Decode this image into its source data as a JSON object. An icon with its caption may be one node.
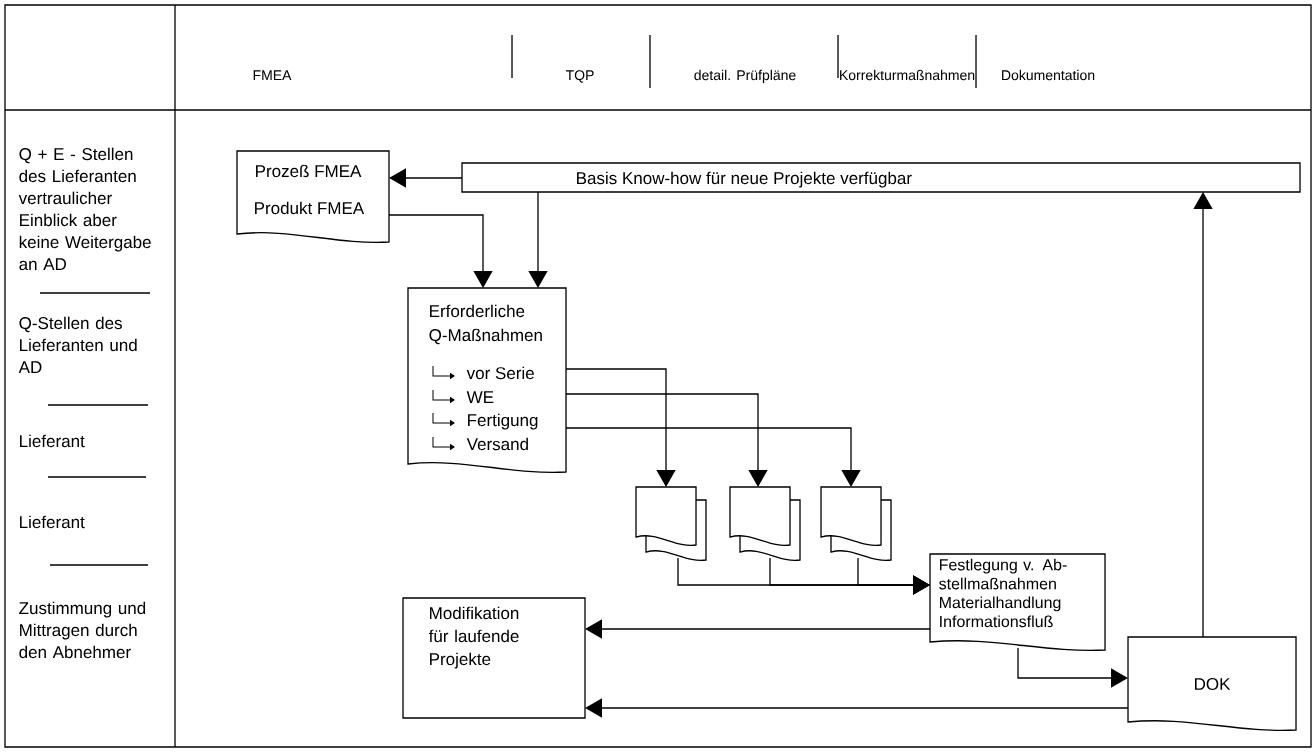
{
  "diagram": {
    "nodes": [
      {
        "text": [
          "Prozeß FMEA",
          "Produkt FMEA"
        ]
      },
      {
        "text": [
          "Basis Know-how für neue Projekte verfügbar"
        ]
      },
      {
        "text": [
          "Erforderliche Q-Maßnahmen",
          "vor Serie",
          "WE",
          "Fertigung",
          "Versand"
        ]
      },
      {
        "text": [],
        "shape": "documents"
      },
      {
        "text": [],
        "shape": "documents"
      },
      {
        "text": [],
        "shape": "documents"
      },
      {
        "text": [
          "Festlegung v. Ab- stellmaßnahmen",
          "Materialhandlung",
          "Informationsfluß"
        ]
      },
      {
        "text": [
          "Modifikation für laufende Projekte"
        ]
      },
      {
        "text": [
          "DOK"
        ]
      }
    ],
    "edges": [
      {
        "from": 1,
        "to": 0,
        "arrow": "to"
      },
      {
        "from": 0,
        "to": 2,
        "arrow": "to"
      },
      {
        "from": 1,
        "to": 2,
        "arrow": "to"
      },
      {
        "from": 2,
        "to": 3,
        "arrow": "to"
      },
      {
        "from": 2,
        "to": 4,
        "arrow": "to"
      },
      {
        "from": 2,
        "to": 5,
        "arrow": "to"
      },
      {
        "from": 3,
        "to": 6,
        "arrow": "to"
      },
      {
        "from": 4,
        "to": 6,
        "arrow": "to"
      },
      {
        "from": 5,
        "to": 6,
        "arrow": "to"
      },
      {
        "from": 6,
        "to": 7,
        "arrow": "to"
      },
      {
        "from": 6,
        "to": 8,
        "arrow": "to"
      },
      {
        "from": 8,
        "to": 7,
        "arrow": "to"
      },
      {
        "from": 8,
        "to": 1,
        "arrow": "to"
      }
    ],
    "labels": [
      "FMEA",
      "TQP",
      "detail. Prüfpläne",
      "Korrekturmaßnahmen",
      "Dokumentation",
      "Q + E - Stellen des Lieferanten vertraulicher Einblick aber keine Weitergabe an AD",
      "Q-Stellen des Lieferanten und AD",
      "Lieferant",
      "Lieferant",
      "Zustimmung und Mittragen durch den Abnehmer"
    ]
  }
}
